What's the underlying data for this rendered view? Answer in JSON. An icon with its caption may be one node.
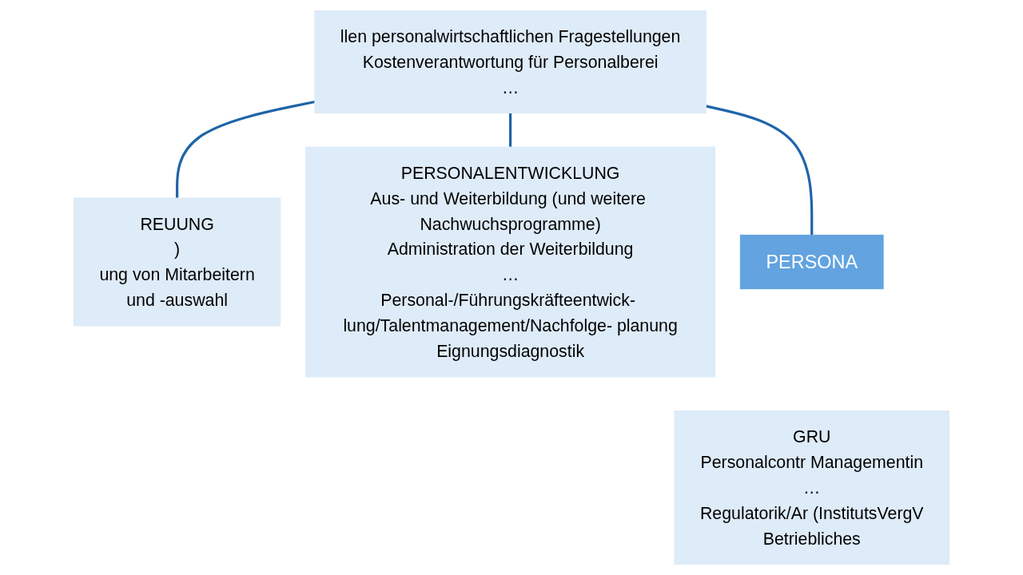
{
  "diagram": {
    "nodes": [
      {
        "text": [
          "llen personalwirtschaftlichen Fragestellungen",
          "Kostenverantwortung für Personalberei",
          "…"
        ]
      },
      {
        "text": [
          "REUUNG",
          ")",
          "ung von Mitarbeitern",
          "und -auswahl"
        ]
      },
      {
        "text": [
          "PERSONALENTWICKLUNG",
          "Aus- und Weiterbildung (und weitere Nachwuchsprogramme)",
          "Administration der Weiterbildung",
          "…",
          "Personal-/Führungskräfteentwick- lung/Talentmanagement/Nachfolge- planung",
          "Eignungsdiagnostik"
        ]
      },
      {
        "text": [
          "PERSONA"
        ]
      },
      {
        "text": [
          "GRU",
          "Personalcontr Managementin",
          "…",
          "Regulatorik/Ar (InstitutsVergV",
          "Betriebliches"
        ]
      }
    ],
    "edges": [
      {
        "from": 0,
        "to": 1,
        "arrow": "none"
      },
      {
        "from": 0,
        "to": 2,
        "arrow": "none"
      },
      {
        "from": 0,
        "to": 3,
        "arrow": "none"
      }
    ]
  }
}
